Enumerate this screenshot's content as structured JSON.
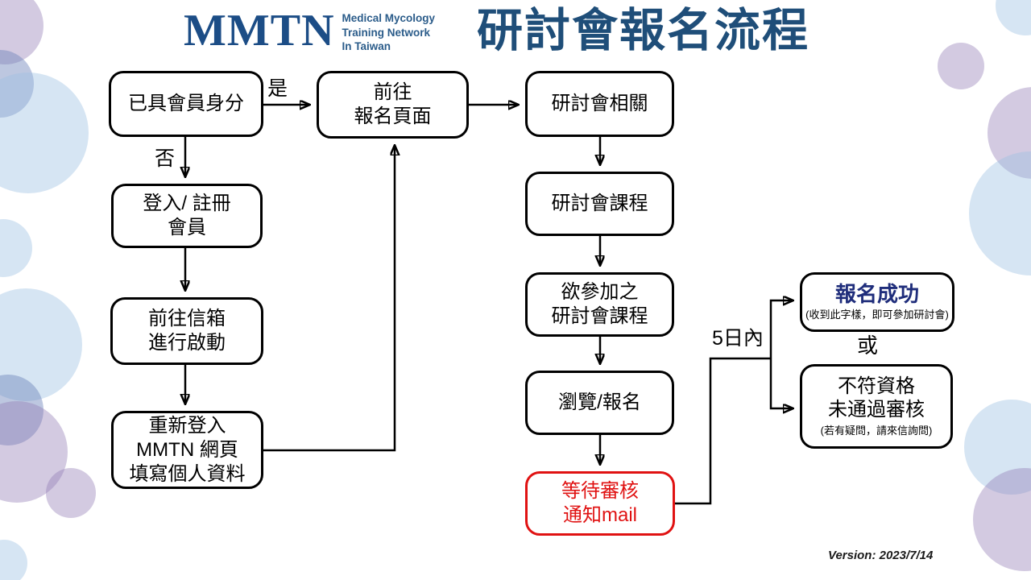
{
  "slide": {
    "background": "#ffffff"
  },
  "logo": {
    "acronym": "MMTN",
    "line1": "Medical Mycology",
    "line2": "Training Network",
    "line3": "In Taiwan",
    "color": "#1c4d86"
  },
  "title": {
    "text": "研討會報名流程",
    "color": "#1f4e79"
  },
  "colors": {
    "brand_navy": "#1f4e79",
    "alert_red": "#e01212",
    "success_navy": "#1f2d7b",
    "box_border": "#000000"
  },
  "flowchart": {
    "labels": {
      "yes": "是",
      "no": "否",
      "within_days": "5日內",
      "or": "或"
    },
    "nodes": [
      {
        "id": "member-check",
        "lines": [
          "已具會員身分"
        ]
      },
      {
        "id": "login-register",
        "lines": [
          "登入/ 註冊",
          "會員"
        ]
      },
      {
        "id": "mailbox-activate",
        "lines": [
          "前往信箱",
          "進行啟動"
        ]
      },
      {
        "id": "relogin-fill-profile",
        "lines": [
          "重新登入",
          "MMTN 網頁",
          "填寫個人資料"
        ]
      },
      {
        "id": "goto-registration-page",
        "lines": [
          "前往",
          "報名頁面"
        ]
      },
      {
        "id": "seminar-related",
        "lines": [
          "研討會相關"
        ]
      },
      {
        "id": "seminar-courses",
        "lines": [
          "研討會課程"
        ]
      },
      {
        "id": "courses-to-attend",
        "lines": [
          "欲參加之",
          "研討會課程"
        ]
      },
      {
        "id": "browse-register",
        "lines": [
          "瀏覽/報名"
        ]
      },
      {
        "id": "wait-review-mail",
        "lines": [
          "等待審核",
          "通知mail"
        ],
        "accent": "#e01212"
      },
      {
        "id": "registration-success",
        "title": "報名成功",
        "note": "(收到此字樣，即可參加研討會)",
        "title_color": "#1f2d7b"
      },
      {
        "id": "not-qualified",
        "lines": [
          "不符資格",
          "未通過審核"
        ],
        "note": "(若有疑問，請來信詢問)"
      }
    ]
  },
  "footer": {
    "version": "Version: 2023/7/14"
  }
}
